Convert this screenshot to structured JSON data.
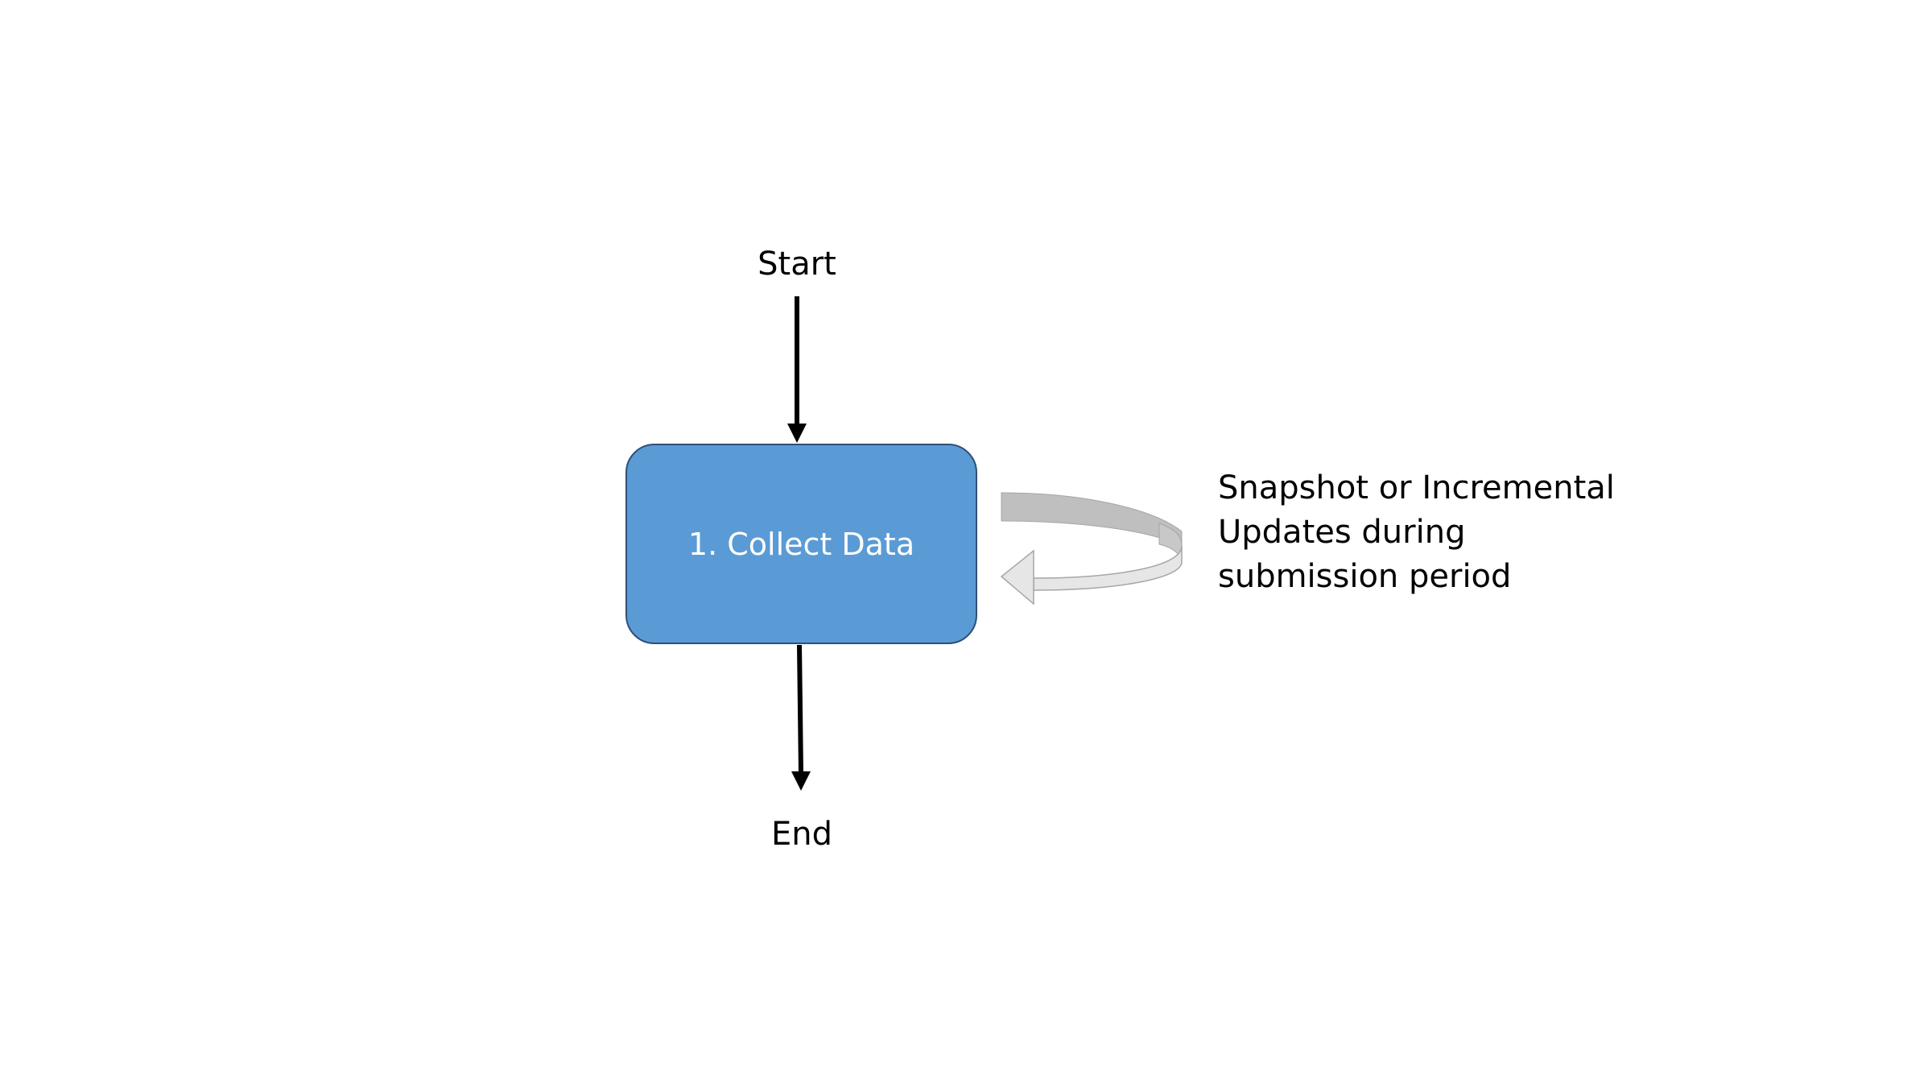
{
  "diagram": {
    "start_label": "Start",
    "end_label": "End",
    "process": {
      "label": "1. Collect Data",
      "fill_color": "#5b9bd5",
      "border_color": "#2f4f78"
    },
    "loop_note": {
      "lines": [
        "Snapshot or Incremental",
        "Updates during",
        "submission period"
      ]
    },
    "colors": {
      "arrow": "#000000",
      "loop_arrow_back": "#bfbfbf",
      "loop_arrow_front": "#e6e6e6",
      "loop_arrow_edge": "#a6a6a6"
    }
  }
}
